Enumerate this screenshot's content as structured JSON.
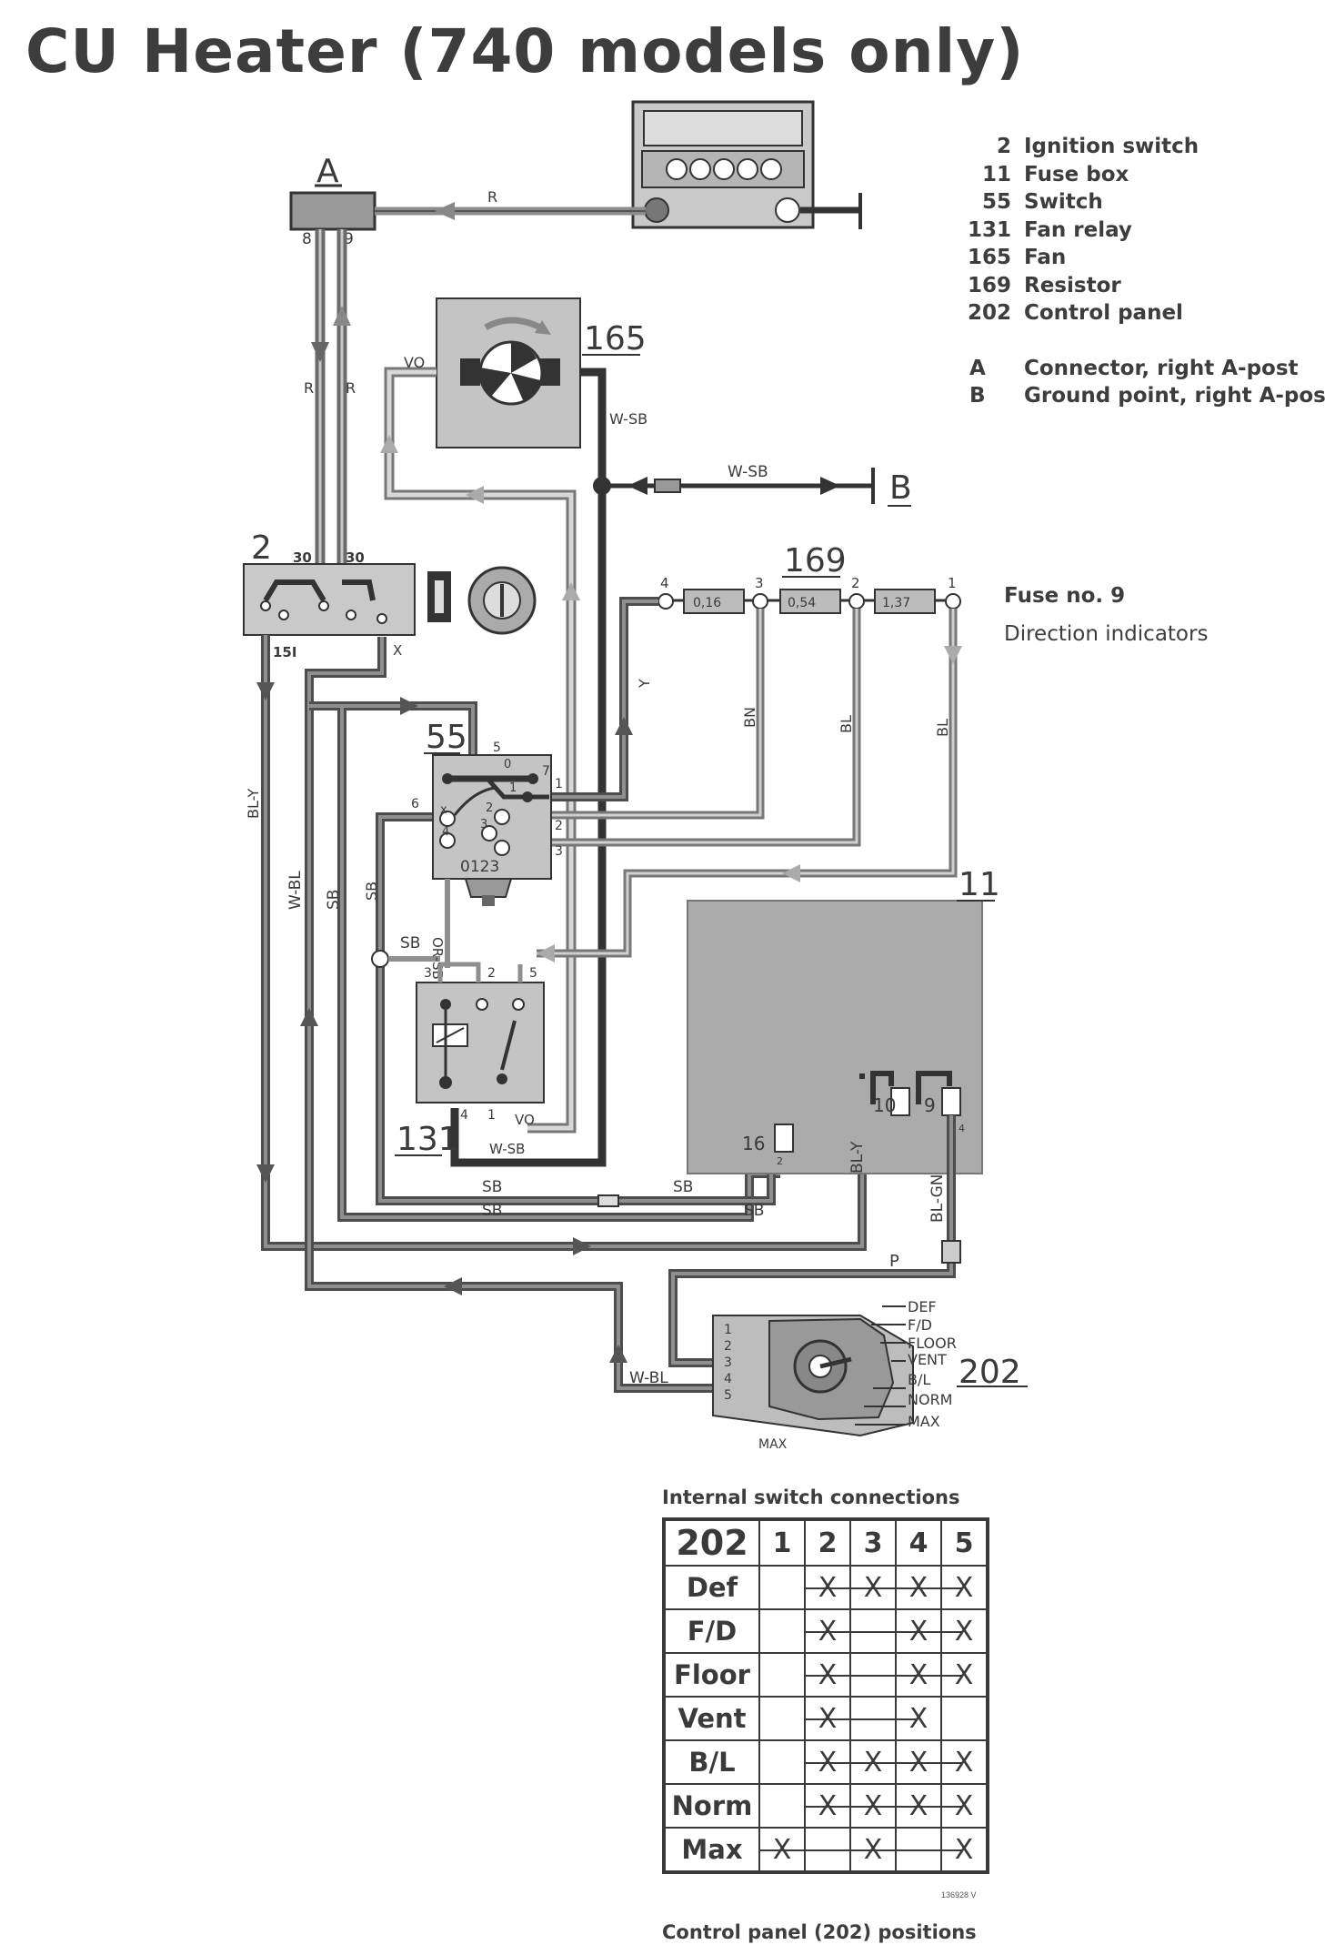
{
  "title": "CU Heater (740 models only)",
  "legend": [
    {
      "code": "2",
      "label": "Ignition switch"
    },
    {
      "code": "11",
      "label": "Fuse box"
    },
    {
      "code": "55",
      "label": "Switch"
    },
    {
      "code": "131",
      "label": "Fan relay"
    },
    {
      "code": "165",
      "label": "Fan"
    },
    {
      "code": "169",
      "label": "Resistor"
    },
    {
      "code": "202",
      "label": "Control panel"
    }
  ],
  "legend_letters": [
    {
      "code": "A",
      "label": "Connector, right A-post"
    },
    {
      "code": "B",
      "label": "Ground point, right A-post"
    }
  ],
  "fuse_note": {
    "fuse": "Fuse no. 9",
    "circuit": "Direction indicators"
  },
  "diagram": {
    "components": {
      "c2": "2",
      "c11": "11",
      "c55": "55",
      "c131": "131",
      "c165": "165",
      "c169": "169",
      "c202": "202",
      "connA": "A",
      "groundB": "B"
    },
    "connector_a_pins": [
      "8",
      "9"
    ],
    "ignition_terminals": [
      "30",
      "30",
      "15I",
      "X"
    ],
    "resistor_values": [
      "0,16",
      "0,54",
      "1,37"
    ],
    "resistor_taps": [
      "4",
      "3",
      "2",
      "1"
    ],
    "switch55_pins": [
      "5",
      "6",
      "7",
      "1",
      "2",
      "3"
    ],
    "switch55_positions": [
      "0",
      "1",
      "2",
      "3"
    ],
    "switch55_knob": [
      "x",
      "4",
      "1",
      "2",
      "3",
      "0"
    ],
    "switch55_scale": "0123",
    "relay131_pins": [
      "3",
      "2",
      "5",
      "4",
      "1"
    ],
    "fusebox_pins": [
      "16",
      "10",
      "9",
      "2",
      "4"
    ],
    "panel202_pins": [
      "1",
      "2",
      "3",
      "4",
      "5"
    ],
    "panel202_positions": [
      "DEF",
      "F/D",
      "FLOOR",
      "VENT",
      "B/L",
      "NORM",
      "MAX"
    ],
    "panel202_max_lower": "MAX",
    "wires": {
      "r_top": "R",
      "r_left": "R",
      "r_right": "R",
      "vo_fan": "VO",
      "wsb_fan": "W-SB",
      "wsb_ground": "W-SB",
      "y": "Y",
      "bn": "BN",
      "bl1": "BL",
      "bl2": "BL",
      "bly_left": "BL-Y",
      "wbl_left": "W-BL",
      "sb1": "SB",
      "sb2": "SB",
      "orsb": "OR-SB",
      "sb_short": "SB",
      "vo_relay": "VO",
      "wsb_relay": "W-SB",
      "sb_bottom1": "SB",
      "sb_bottom2": "SB",
      "sb_bottom3": "SB",
      "sb_bottom4": "SB",
      "bly_fuse": "BL-Y",
      "blgn": "BL-GN",
      "p": "P",
      "wbl_bottom": "W-BL"
    }
  },
  "table": {
    "title": "Internal switch connections",
    "corner": "202",
    "columns": [
      "1",
      "2",
      "3",
      "4",
      "5"
    ],
    "mark": "X",
    "rows": [
      {
        "label": "Def",
        "marks": [
          "",
          "X",
          "X",
          "X",
          "X"
        ]
      },
      {
        "label": "F/D",
        "marks": [
          "",
          "X",
          "",
          "X",
          "X"
        ]
      },
      {
        "label": "Floor",
        "marks": [
          "",
          "X",
          "",
          "X",
          "X"
        ]
      },
      {
        "label": "Vent",
        "marks": [
          "",
          "X",
          "",
          "X",
          ""
        ]
      },
      {
        "label": "B/L",
        "marks": [
          "",
          "X",
          "X",
          "X",
          "X"
        ]
      },
      {
        "label": "Norm",
        "marks": [
          "",
          "X",
          "X",
          "X",
          "X"
        ]
      },
      {
        "label": "Max",
        "marks": [
          "X",
          "",
          "X",
          "",
          "X"
        ]
      }
    ],
    "caption": "Control panel (202) positions",
    "ref_code": "136928 V"
  },
  "colors": {
    "ink": "#3a3a3a",
    "wire_grey": "#8c8c8c",
    "panel_fill": "#bfbfbf",
    "fusebox_fill": "#a9a9a9"
  }
}
